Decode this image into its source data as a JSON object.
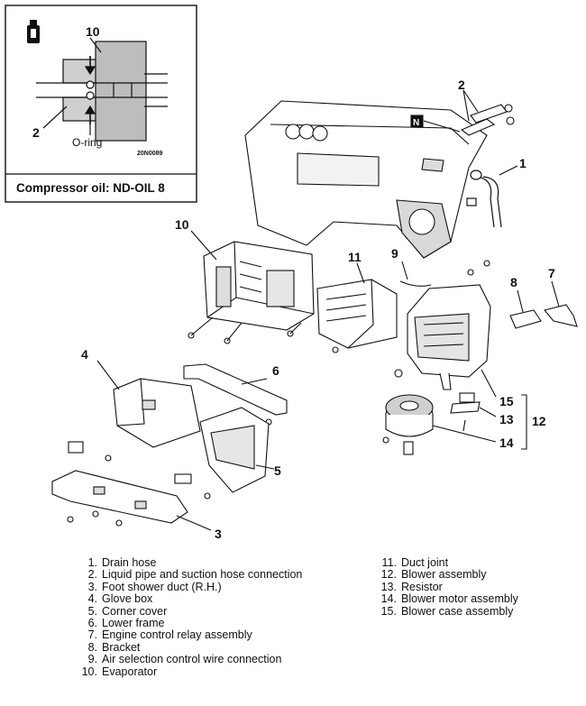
{
  "inset": {
    "label_10": "10",
    "label_2": "2",
    "oring_label": "O-ring",
    "code": "20N0089",
    "caption": "Compressor oil: ND-OIL 8"
  },
  "callouts": {
    "c1": "1",
    "c2": "2",
    "c3": "3",
    "c4": "4",
    "c5": "5",
    "c6": "6",
    "c7": "7",
    "c8": "8",
    "c9": "9",
    "c10": "10",
    "c11": "11",
    "c12": "12",
    "c13": "13",
    "c14": "14",
    "c15": "15",
    "n_badge": "N"
  },
  "legend_left": [
    {
      "num": "1.",
      "text": "Drain hose"
    },
    {
      "num": "2.",
      "text": "Liquid pipe and suction hose connection"
    },
    {
      "num": "3.",
      "text": "Foot shower duct (R.H.)"
    },
    {
      "num": "4.",
      "text": "Glove box"
    },
    {
      "num": "5.",
      "text": "Corner cover"
    },
    {
      "num": "6.",
      "text": "Lower frame"
    },
    {
      "num": "7.",
      "text": "Engine control relay assembly"
    },
    {
      "num": "8.",
      "text": "Bracket"
    },
    {
      "num": "9.",
      "text": "Air selection control wire connection"
    },
    {
      "num": "10.",
      "text": "Evaporator"
    }
  ],
  "legend_right": [
    {
      "num": "11.",
      "text": "Duct joint"
    },
    {
      "num": "12.",
      "text": "Blower assembly"
    },
    {
      "num": "13.",
      "text": "Resistor"
    },
    {
      "num": "14.",
      "text": "Blower motor assembly"
    },
    {
      "num": "15.",
      "text": "Blower case assembly"
    }
  ]
}
